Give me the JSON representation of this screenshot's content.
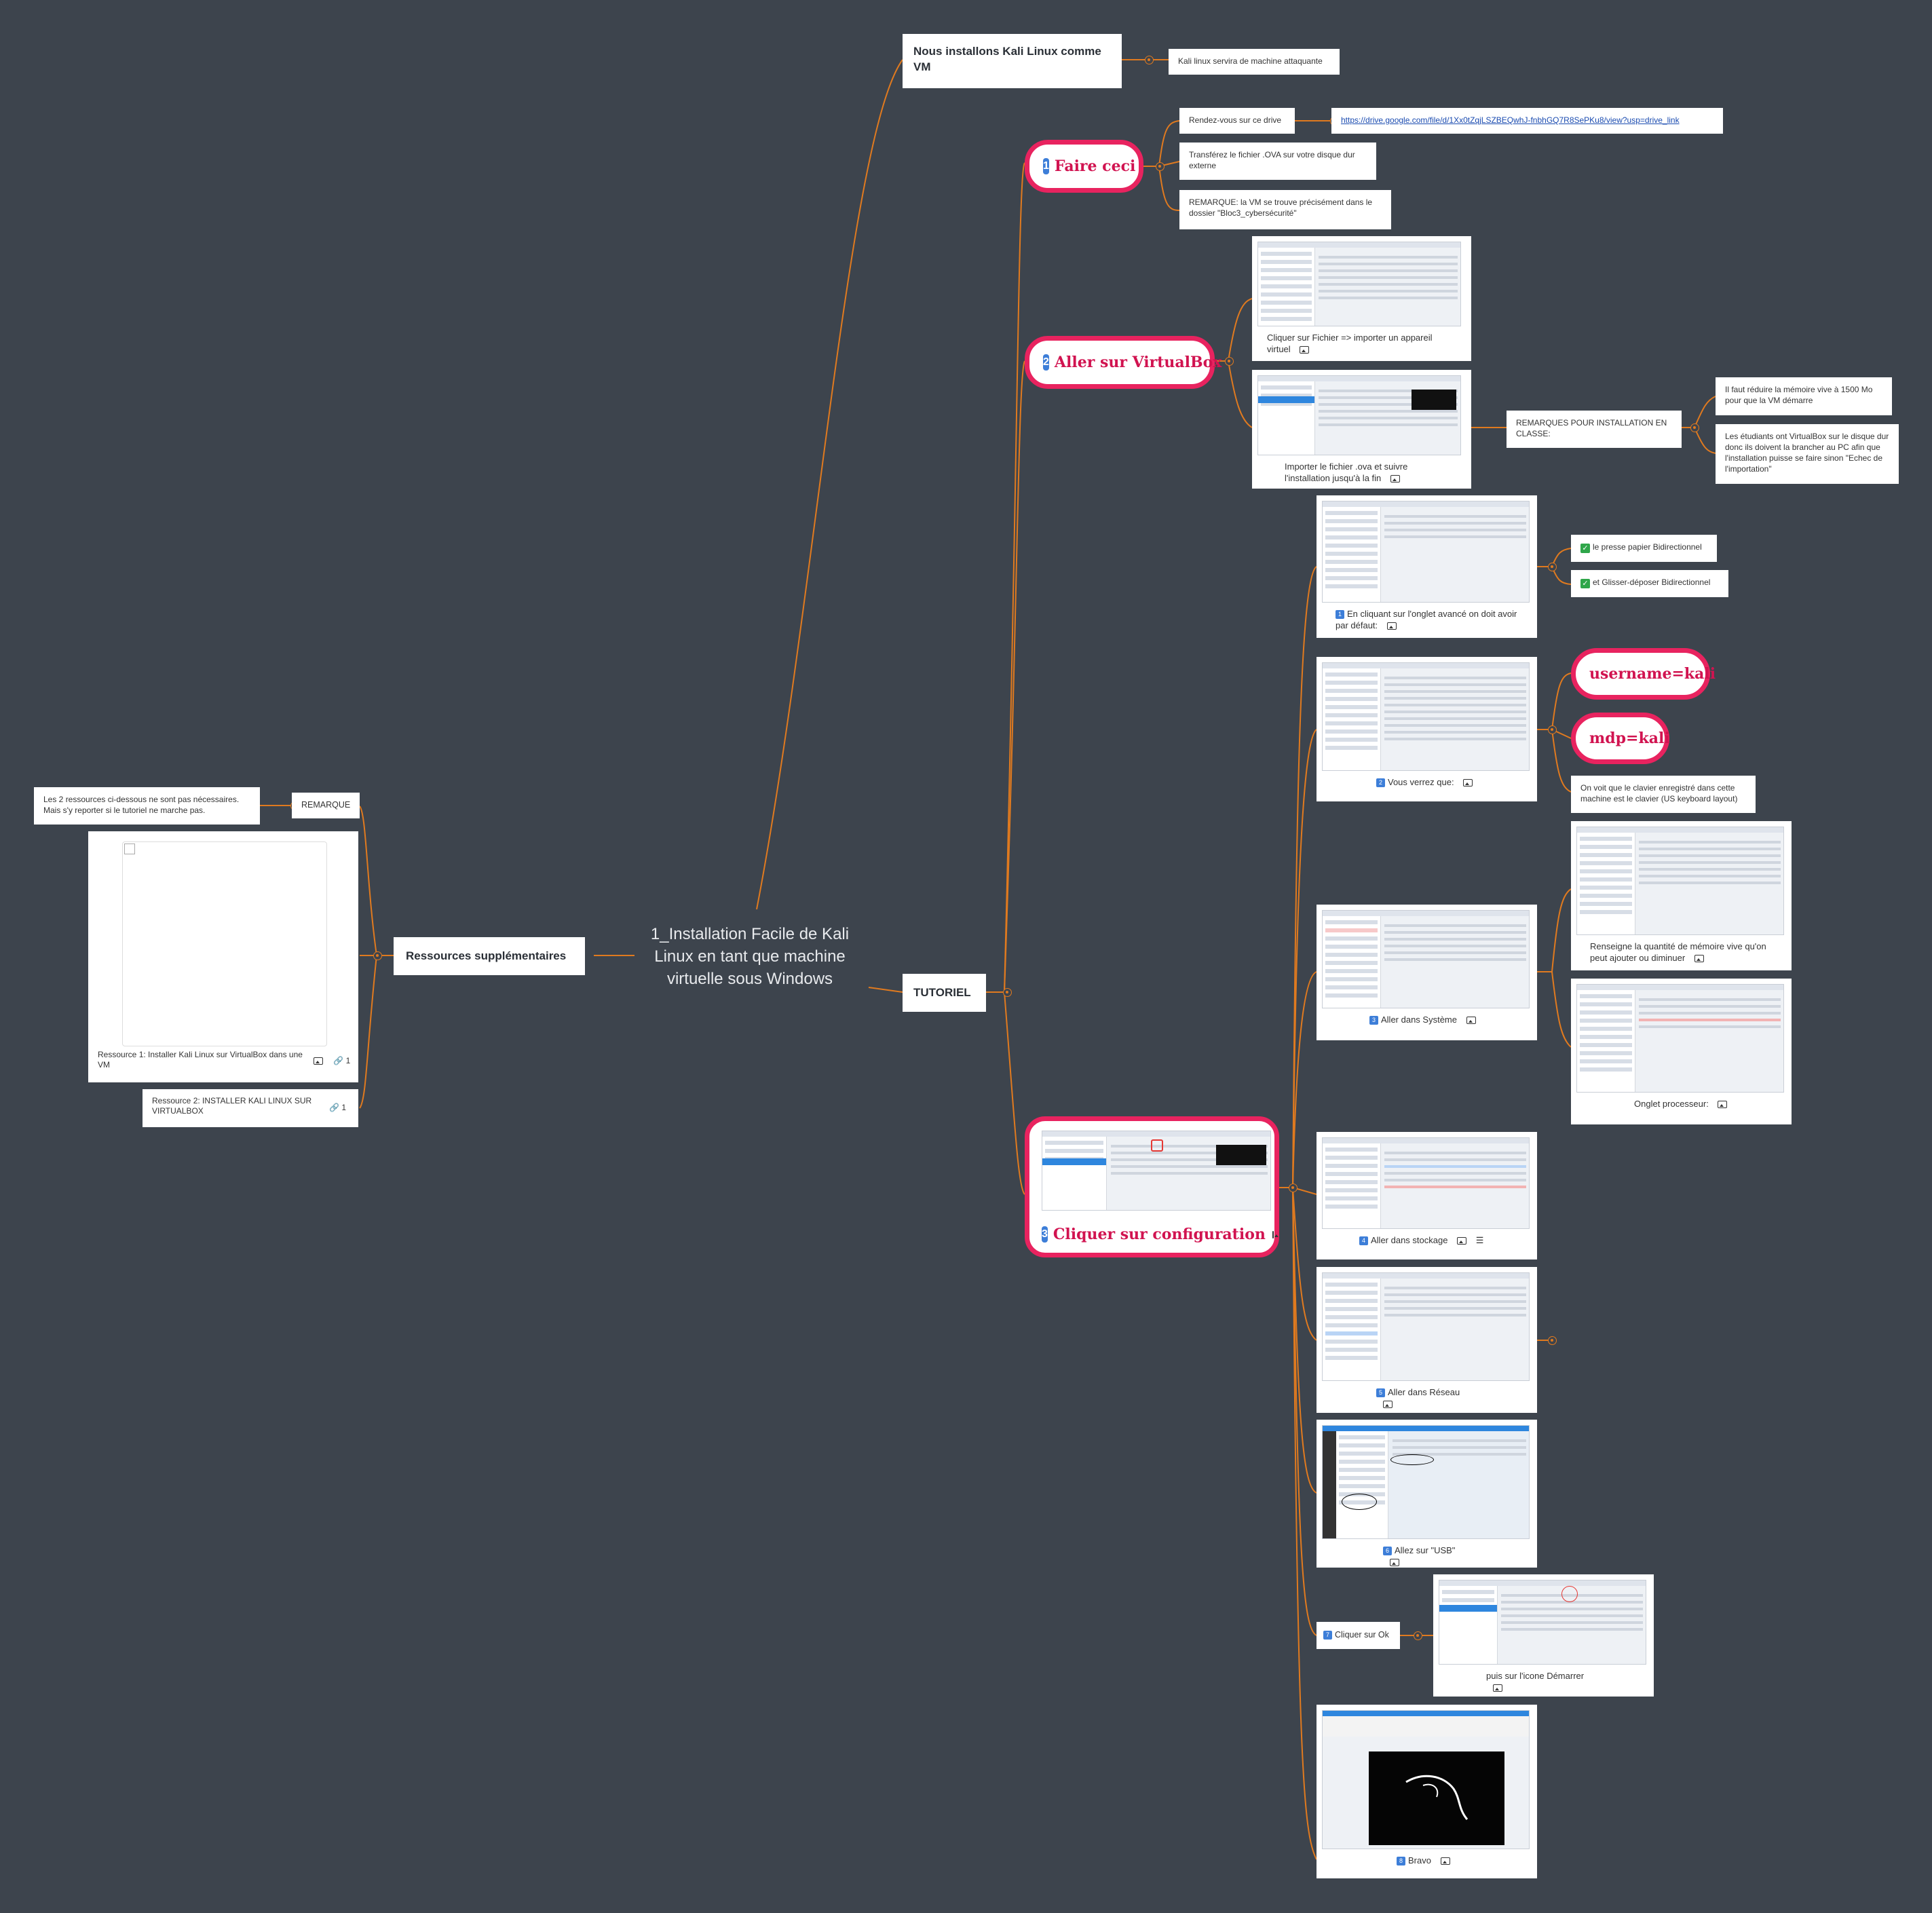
{
  "central_topic": "1_Installation Facile de Kali Linux en tant que machine virtuelle sous Windows",
  "left": {
    "ressources": "Ressources supplémentaires",
    "remarque_label": "REMARQUE",
    "remarque_text": "Les 2 ressources ci-dessous ne sont pas nécessaires. Mais s'y reporter si le tutoriel ne marche pas.",
    "ressource1": "Ressource 1: Installer Kali Linux sur VirtualBox dans une VM",
    "ressource1_count": "1",
    "ressource2": "Ressource 2: INSTALLER KALI LINUX SUR VIRTUALBOX",
    "ressource2_count": "1"
  },
  "top": {
    "title": "Nous installons Kali Linux comme VM",
    "note": "Kali linux servira de machine attaquante"
  },
  "tutoriel": {
    "label": "TUTORIEL",
    "step1": {
      "num": "1",
      "label": "Faire ceci",
      "drive": "Rendez-vous sur ce drive",
      "url": "https://drive.google.com/file/d/1Xx0tZqjLSZBEQwhJ-fnbhGQ7R8SePKu8/view?usp=drive_link",
      "transfer": "Transférez le fichier .OVA sur votre disque dur externe",
      "remarque": "REMARQUE: la VM se trouve précisément dans le dossier \"Bloc3_cybersécurité\""
    },
    "step2": {
      "num": "2",
      "label": "Aller sur VirtualBox",
      "img1_caption": "Cliquer sur Fichier => importer un appareil virtuel",
      "img2_caption": "Importer le fichier .ova et suivre l'installation jusqu'à la fin",
      "remarques": "REMARQUES POUR INSTALLATION EN CLASSE:",
      "rem1": "Il faut réduire la mémoire vive à 1500 Mo pour que la VM démarre",
      "rem2": "Les étudiants ont VirtualBox sur le disque dur donc ils doivent la brancher au PC afin que l'installation puisse se faire sinon \"Echec de l'importation\""
    },
    "step3": {
      "num": "3",
      "label": "Cliquer sur configuration",
      "sub1_num": "1",
      "sub1": "En cliquant sur l'onglet avancé on doit avoir par défaut:",
      "clipboard": "le presse papier Bidirectionnel",
      "dragdrop": "et Glisser-déposer Bidirectionnel",
      "sub2_num": "2",
      "sub2": "Vous verrez que:",
      "username": "username=kali",
      "mdp": "mdp=kali",
      "keyboard": "On voit que le clavier enregistré dans cette machine est le clavier (US keyboard layout)",
      "sub3_num": "3",
      "sub3": "Aller dans Système",
      "memoire": "Renseigne la quantité de mémoire vive qu'on peut ajouter ou diminuer",
      "processeur": "Onglet processeur:",
      "sub4_num": "4",
      "sub4": "Aller dans stockage",
      "sub5_num": "5",
      "sub5": "Aller dans Réseau",
      "sub6_num": "6",
      "sub6": "Allez sur \"USB\"",
      "sub7_num": "7",
      "sub7": "Cliquer sur Ok",
      "demarrer": "puis sur l'icone Démarrer",
      "sub8_num": "8",
      "sub8": "Bravo"
    }
  },
  "colors": {
    "background": "#3d444d",
    "connector": "#e07a1f",
    "accent": "#e8235f",
    "number_badge": "#3d7ed8",
    "check": "#2fa64a"
  }
}
